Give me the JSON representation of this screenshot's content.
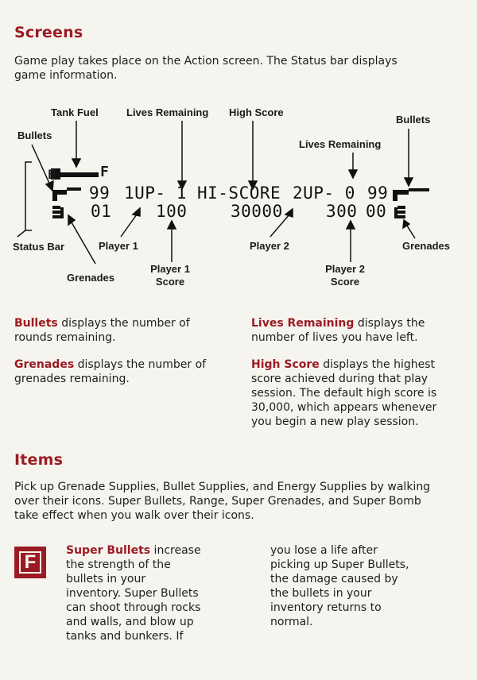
{
  "screens": {
    "heading": "Screens",
    "intro": "Game play takes place on the Action screen. The Status bar displays game information."
  },
  "diagram": {
    "labels": {
      "tank_fuel": "Tank Fuel",
      "lives_remaining_1": "Lives Remaining",
      "high_score": "High Score",
      "bullets_right": "Bullets",
      "bullets_left": "Bullets",
      "lives_remaining_2": "Lives Remaining",
      "status_bar": "Status Bar",
      "player1": "Player 1",
      "player2": "Player 2",
      "grenades_right": "Grenades",
      "grenades_left": "Grenades",
      "player1_score_line1": "Player 1",
      "player1_score_line2": "Score",
      "player2_score_line1": "Player 2",
      "player2_score_line2": "Score"
    },
    "status": {
      "fuel_e": "E",
      "fuel_f": "F",
      "p1_bullets": "99",
      "p1_lives": "1UP- 1",
      "hi_score_label": "HI-SCORE",
      "p2_lives": "2UP- 0",
      "p2_bullets": "99",
      "p1_grenades": "01",
      "p1_score": "100",
      "hi_score": "30000",
      "p2_score": "300",
      "p2_grenades": "00"
    }
  },
  "descriptions": {
    "bullets_term": "Bullets",
    "bullets_text": " displays the number of rounds remaining.",
    "grenades_term": "Grenades",
    "grenades_text": " displays the number of grenades remaining.",
    "lives_term": "Lives Remaining",
    "lives_text": " displays the number of lives you have left.",
    "highscore_term": "High Score",
    "highscore_text": " displays the highest score achieved during that play session. The default high score is 30,000, which appears whenever you begin a new play session."
  },
  "items": {
    "heading": "Items",
    "intro": "Pick up Grenade Supplies, Bullet Supplies, and Energy Supplies by walking over their icons. Super Bullets, Range, Super Grenades, and Super Bomb take effect when you walk over their icons.",
    "icon_letter": "F",
    "super_bullets_term": "Super Bullets",
    "super_bullets_text": " increase the strength of the bullets in your inventory. Super Bullets can shoot through rocks and walls, and blow up tanks and bunkers. If",
    "super_bullets_cont": "you lose a life after picking up Super Bullets, the damage caused by the bullets in your inventory returns to normal."
  },
  "colors": {
    "accent": "#9b1b23",
    "paper": "#f6f4ef"
  }
}
